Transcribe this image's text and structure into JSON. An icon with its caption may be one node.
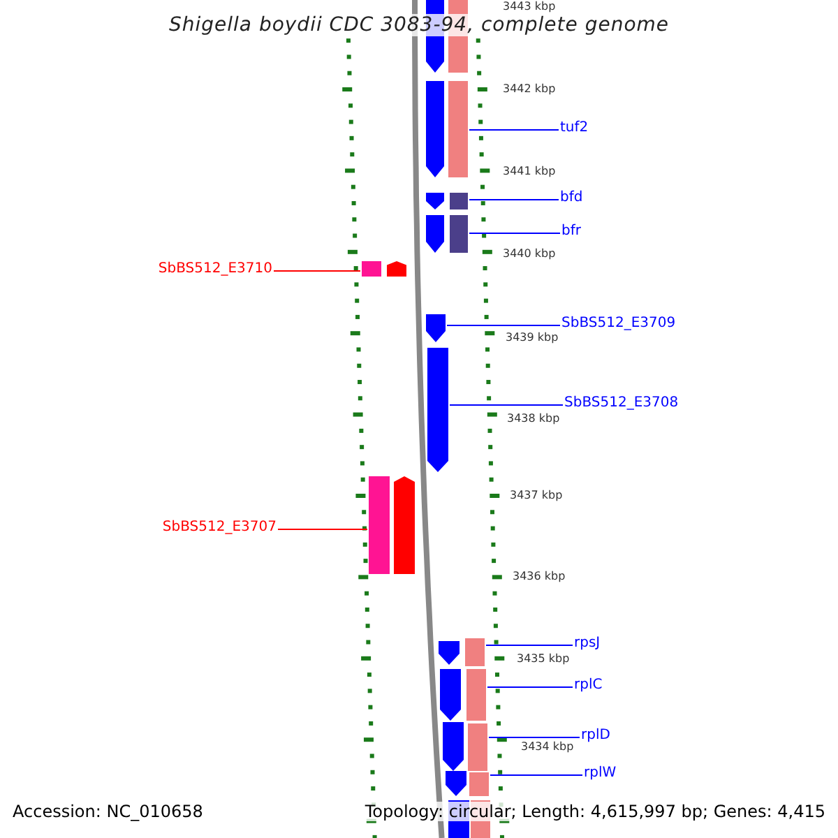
{
  "diagram": {
    "title": "Shigella boydii CDC 3083-94, complete genome",
    "nodes": [
      {
        "text": [
          "tuf2"
        ]
      },
      {
        "text": [
          "bfd"
        ]
      },
      {
        "text": [
          "bfr"
        ]
      },
      {
        "text": [
          "SbBS512_E3710"
        ]
      },
      {
        "text": [
          "SbBS512_E3709"
        ]
      },
      {
        "text": [
          "SbBS512_E3708"
        ]
      },
      {
        "text": [
          "SbBS512_E3707"
        ]
      },
      {
        "text": [
          "rpsJ"
        ]
      },
      {
        "text": [
          "rplC"
        ]
      },
      {
        "text": [
          "rplD"
        ]
      },
      {
        "text": [
          "rplW"
        ]
      },
      {
        "text": [],
        "shape": "bar"
      },
      {
        "text": [],
        "shape": "bar"
      },
      {
        "text": [],
        "shape": "bar"
      },
      {
        "text": [],
        "shape": "bar"
      },
      {
        "text": [],
        "shape": "bar"
      },
      {
        "text": [],
        "shape": "bar"
      },
      {
        "text": [],
        "shape": "bar"
      },
      {
        "text": [],
        "shape": "bar"
      },
      {
        "text": [],
        "shape": "bar"
      },
      {
        "text": [],
        "shape": "bar"
      },
      {
        "text": [],
        "shape": "bar"
      },
      {
        "text": [],
        "shape": "bar"
      },
      {
        "text": [],
        "shape": "bar"
      },
      {
        "text": [],
        "shape": "bar"
      },
      {
        "text": [],
        "shape": "bar"
      },
      {
        "text": [],
        "shape": "bar"
      },
      {
        "text": [],
        "shape": "bar"
      },
      {
        "text": [],
        "shape": "bar"
      },
      {
        "text": [],
        "shape": "bar"
      },
      {
        "text": [],
        "shape": "bar"
      },
      {
        "text": [],
        "shape": "bar"
      },
      {
        "text": [],
        "shape": "bar"
      },
      {
        "text": [],
        "shape": "bar"
      },
      {
        "text": [],
        "shape": "bar"
      }
    ],
    "edges": [
      {
        "from": 0,
        "to": 14,
        "arrow": "none"
      },
      {
        "from": 1,
        "to": 16,
        "arrow": "none"
      },
      {
        "from": 2,
        "to": 18,
        "arrow": "none"
      },
      {
        "from": 3,
        "to": 19,
        "arrow": "none",
        "color": "#ff0000"
      },
      {
        "from": 4,
        "to": 21,
        "arrow": "none"
      },
      {
        "from": 5,
        "to": 22,
        "arrow": "none"
      },
      {
        "from": 6,
        "to": 23,
        "arrow": "none",
        "color": "#ff0000"
      },
      {
        "from": 7,
        "to": 26,
        "arrow": "none"
      },
      {
        "from": 8,
        "to": 28,
        "arrow": "none"
      },
      {
        "from": 9,
        "to": 30,
        "arrow": "none"
      },
      {
        "from": 10,
        "to": 32,
        "arrow": "none"
      }
    ],
    "labels": [
      "3443 kbp",
      "3442 kbp",
      "3441 kbp",
      "3440 kbp",
      "3439 kbp",
      "3438 kbp",
      "3437 kbp",
      "3436 kbp",
      "3435 kbp",
      "3434 kbp",
      "Accession: NC_010658",
      "Topology: circular; Length: 4,615,997 bp; Genes: 4,415"
    ]
  }
}
